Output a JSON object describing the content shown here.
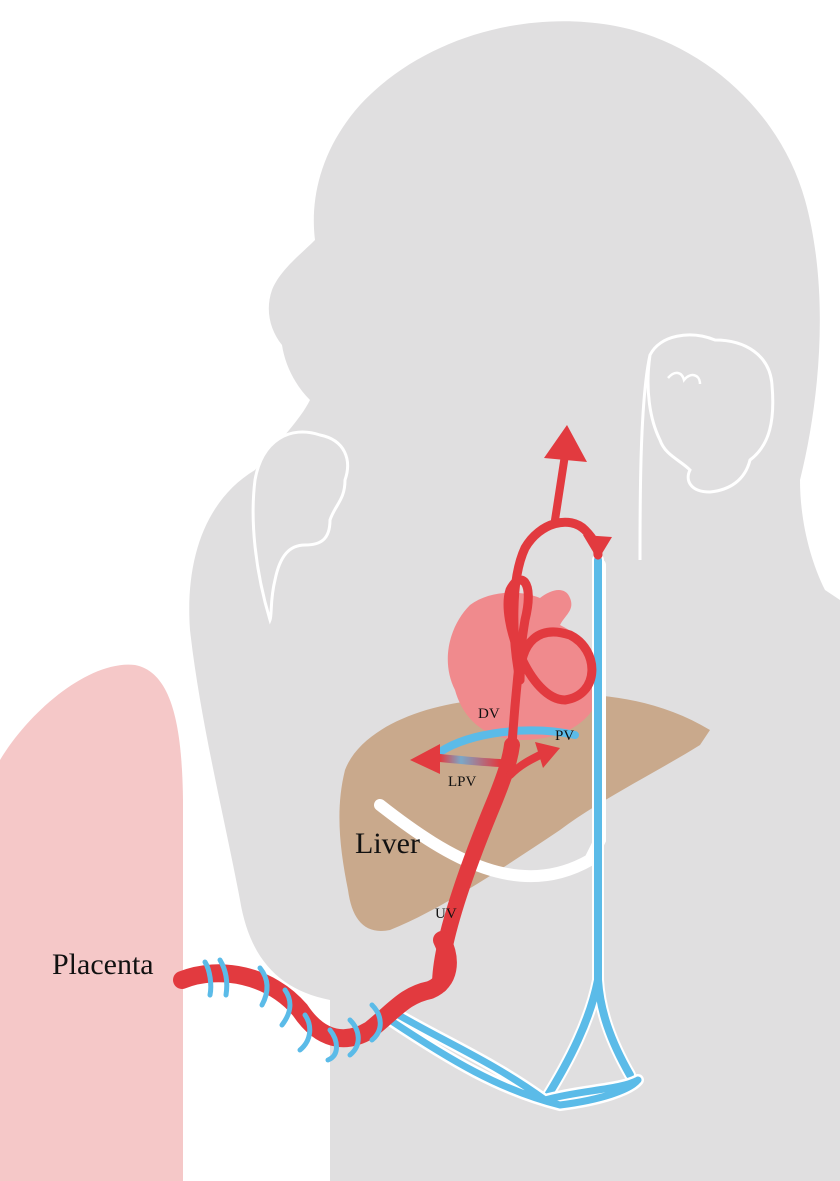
{
  "labels": {
    "placenta": "Placenta",
    "liver": "Liver",
    "dv": "DV",
    "pv": "PV",
    "lpv": "LPV",
    "uv": "UV"
  },
  "colors": {
    "body": "#e0dfe0",
    "outline": "#ffffff",
    "placenta": "#f5c8c8",
    "liver": "#c9a98c",
    "heart": "#f08a8d",
    "artery": "#e23a3f",
    "vein": "#5bbbe8"
  }
}
